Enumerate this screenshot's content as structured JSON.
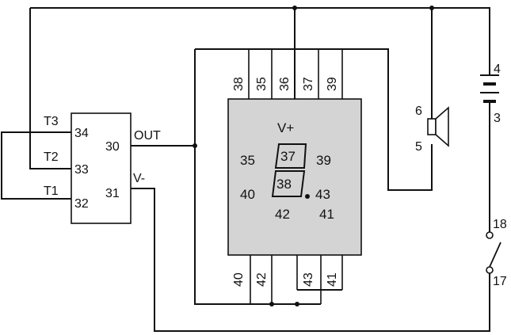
{
  "timer": {
    "pins": {
      "t3_label": "T3",
      "t3_pin": "34",
      "t2_label": "T2",
      "t2_pin": "33",
      "t1_label": "T1",
      "t1_pin": "32",
      "out_pin": "30",
      "out_label": "OUT",
      "vminus_pin": "31",
      "vminus_label": "V-"
    }
  },
  "display": {
    "top_pins": [
      "38",
      "35",
      "36",
      "37",
      "39"
    ],
    "bottom_pins": [
      "40",
      "42",
      "43",
      "41"
    ],
    "vplus": "V+",
    "seg_top": "37",
    "seg_bottom": "38",
    "left_upper": "35",
    "right_upper": "39",
    "left_lower": "40",
    "right_lower": "43",
    "bottom_left": "42",
    "bottom_right": "41"
  },
  "speaker": {
    "pin_top": "6",
    "pin_bottom": "5"
  },
  "battery": {
    "pin_top": "4",
    "pin_bottom": "3"
  },
  "switch": {
    "pin_top": "18",
    "pin_bottom": "17"
  }
}
